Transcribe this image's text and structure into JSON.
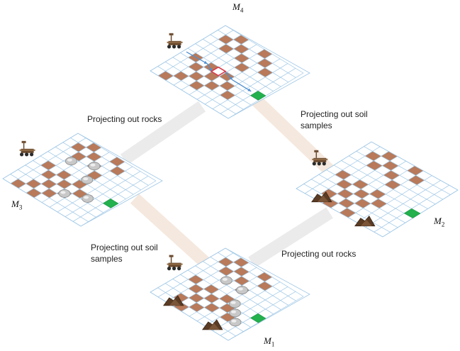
{
  "models": [
    {
      "id": "M1",
      "letter": "M",
      "sub": "1"
    },
    {
      "id": "M2",
      "letter": "M",
      "sub": "2"
    },
    {
      "id": "M3",
      "letter": "M",
      "sub": "3"
    },
    {
      "id": "M4",
      "letter": "M",
      "sub": "4"
    }
  ],
  "edges": [
    {
      "from": "M3",
      "to": "M4",
      "label": "Projecting out rocks"
    },
    {
      "from": "M4",
      "to": "M2",
      "label_line1": "Projecting out soil",
      "label_line2": "samples"
    },
    {
      "from": "M3",
      "to": "M1",
      "label_line1": "Projecting out soil",
      "label_line2": "samples"
    },
    {
      "from": "M1",
      "to": "M2",
      "label": "Projecting out rocks"
    }
  ],
  "colors": {
    "soil": "#b87a5a",
    "grid_line": "#9dc6e6",
    "goal": "#22b14c",
    "rock": "#c8c8c8",
    "rover": "#6b4a2e",
    "sample_pile": "#5a3b24",
    "path_arrow": "#4f8fd0",
    "path_node": "#d63b4a",
    "connector_gray": "#e6e6e6",
    "connector_tan": "#f3e2d6"
  },
  "icons": [
    "rover-icon",
    "rock-icon",
    "soil-sample-icon",
    "goal-tile",
    "path-arrow-icon"
  ]
}
